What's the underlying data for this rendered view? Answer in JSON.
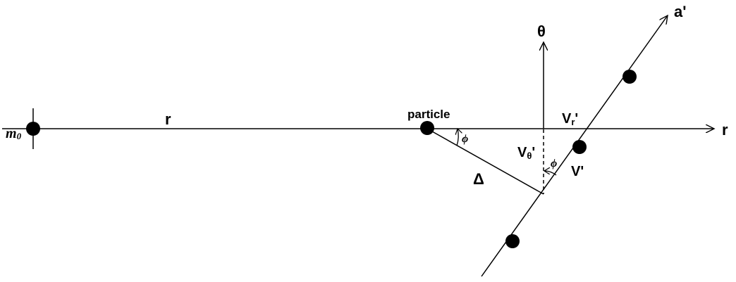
{
  "diagram": {
    "labels": {
      "r_segment": "r",
      "r_axis": "r",
      "theta_axis": "θ",
      "particle": "particle",
      "m0_main": "m",
      "m0_sub": "0",
      "a_prime": "a'",
      "v_r_main": "V",
      "v_r_sub": "r",
      "v_r_prime": "'",
      "v_theta_main": "V",
      "v_theta_sub": "θ",
      "v_theta_prime": "'",
      "v_prime": "V'",
      "delta": "Δ",
      "phi_top": "ϕ",
      "phi_bottom": "ϕ"
    },
    "colors": {
      "ink": "#000000",
      "background": "#ffffff"
    }
  }
}
